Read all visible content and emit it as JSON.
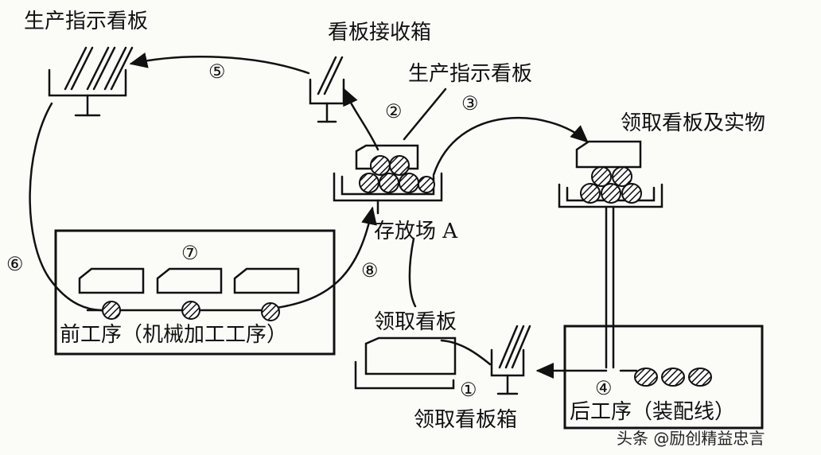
{
  "labels": {
    "top_left_kanban": "生产指示看板",
    "kanban_receive_box": "看板接收箱",
    "middle_kanban": "生产指示看板",
    "pickup_kanban_goods": "领取看板及实物",
    "storage": "存放场 A",
    "front_process": "前工序（机械加工工序）",
    "pickup_kanban": "领取看板",
    "pickup_kanban_box": "领取看板箱",
    "rear_process": "后工序（装配线）"
  },
  "steps": [
    "①",
    "②",
    "③",
    "④",
    "⑤",
    "⑥",
    "⑦",
    "⑧"
  ],
  "watermark": "头条 @励创精益忠言"
}
